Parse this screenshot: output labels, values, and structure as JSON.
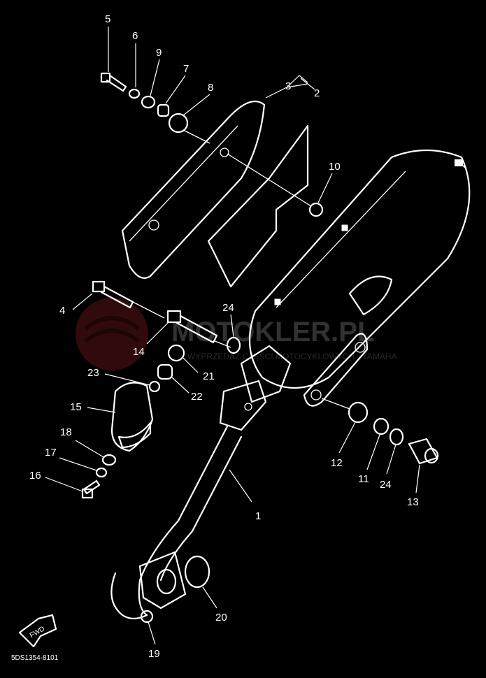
{
  "diagram_code": "5DS1354-8101",
  "fwd_label": "FWD",
  "watermark": {
    "main": "MOTOKLER.PL",
    "sub": "WYPRZEDAŻ CZĘŚCI MOTOCYKLOWYCH · YAMAHA"
  },
  "callouts": [
    "1",
    "2",
    "3",
    "4",
    "5",
    "6",
    "7",
    "8",
    "9",
    "10",
    "11",
    "12",
    "13",
    "14",
    "15",
    "16",
    "17",
    "18",
    "19",
    "20",
    "21",
    "22",
    "23",
    "24",
    "24"
  ]
}
